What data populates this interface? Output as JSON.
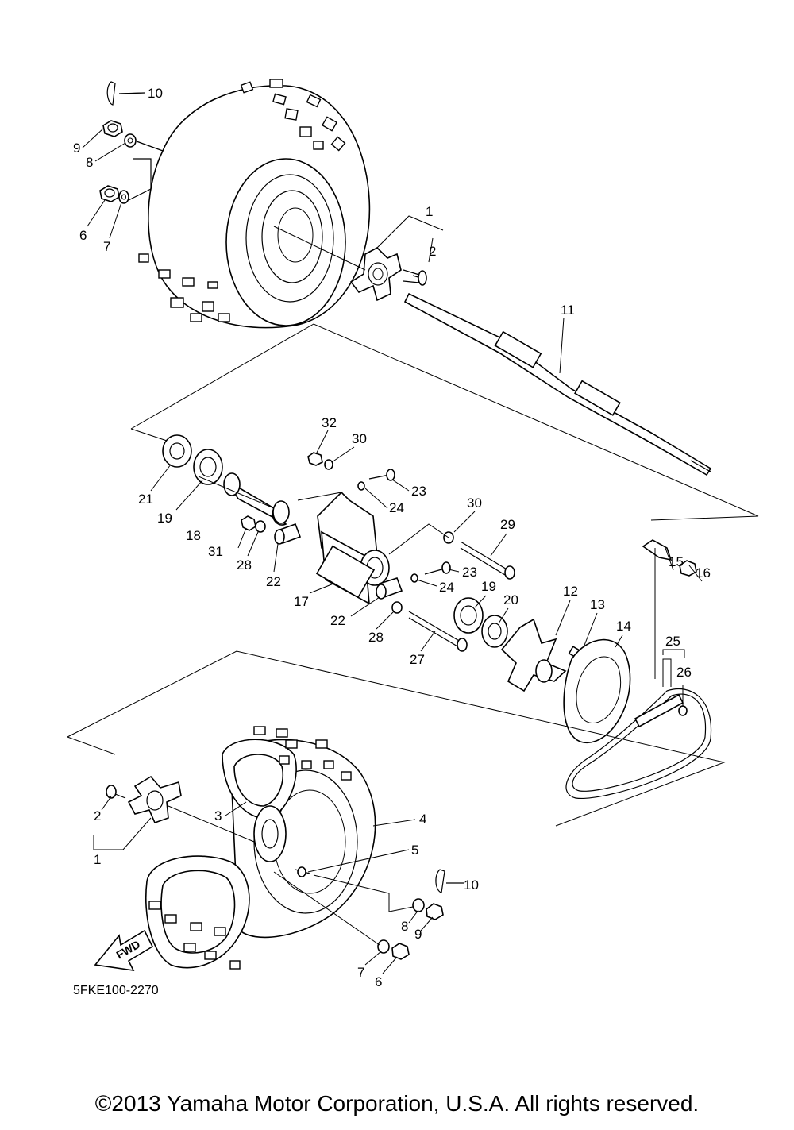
{
  "diagram": {
    "drawing_code": "5FKE100-2270",
    "fwd_label": "FWD",
    "callouts": [
      {
        "id": "c-10a",
        "text": "10"
      },
      {
        "id": "c-9a",
        "text": "9"
      },
      {
        "id": "c-8a",
        "text": "8"
      },
      {
        "id": "c-6a",
        "text": "6"
      },
      {
        "id": "c-7a",
        "text": "7"
      },
      {
        "id": "c-1a",
        "text": "1"
      },
      {
        "id": "c-2a",
        "text": "2"
      },
      {
        "id": "c-11",
        "text": "11"
      },
      {
        "id": "c-32",
        "text": "32"
      },
      {
        "id": "c-30a",
        "text": "30"
      },
      {
        "id": "c-23a",
        "text": "23"
      },
      {
        "id": "c-24a",
        "text": "24"
      },
      {
        "id": "c-21",
        "text": "21"
      },
      {
        "id": "c-19a",
        "text": "19"
      },
      {
        "id": "c-18",
        "text": "18"
      },
      {
        "id": "c-31",
        "text": "31"
      },
      {
        "id": "c-28a",
        "text": "28"
      },
      {
        "id": "c-22a",
        "text": "22"
      },
      {
        "id": "c-30b",
        "text": "30"
      },
      {
        "id": "c-29",
        "text": "29"
      },
      {
        "id": "c-23b",
        "text": "23"
      },
      {
        "id": "c-24b",
        "text": "24"
      },
      {
        "id": "c-17",
        "text": "17"
      },
      {
        "id": "c-19b",
        "text": "19"
      },
      {
        "id": "c-20",
        "text": "20"
      },
      {
        "id": "c-22b",
        "text": "22"
      },
      {
        "id": "c-28b",
        "text": "28"
      },
      {
        "id": "c-27",
        "text": "27"
      },
      {
        "id": "c-12",
        "text": "12"
      },
      {
        "id": "c-13",
        "text": "13"
      },
      {
        "id": "c-14",
        "text": "14"
      },
      {
        "id": "c-15",
        "text": "15"
      },
      {
        "id": "c-16",
        "text": "16"
      },
      {
        "id": "c-25",
        "text": "25"
      },
      {
        "id": "c-26",
        "text": "26"
      },
      {
        "id": "c-2b",
        "text": "2"
      },
      {
        "id": "c-3",
        "text": "3"
      },
      {
        "id": "c-4",
        "text": "4"
      },
      {
        "id": "c-1b",
        "text": "1"
      },
      {
        "id": "c-5",
        "text": "5"
      },
      {
        "id": "c-10b",
        "text": "10"
      },
      {
        "id": "c-8b",
        "text": "8"
      },
      {
        "id": "c-9b",
        "text": "9"
      },
      {
        "id": "c-7b",
        "text": "7"
      },
      {
        "id": "c-6b",
        "text": "6"
      }
    ]
  },
  "footer": {
    "copyright": "©2013 Yamaha Motor Corporation, U.S.A. All rights reserved."
  }
}
